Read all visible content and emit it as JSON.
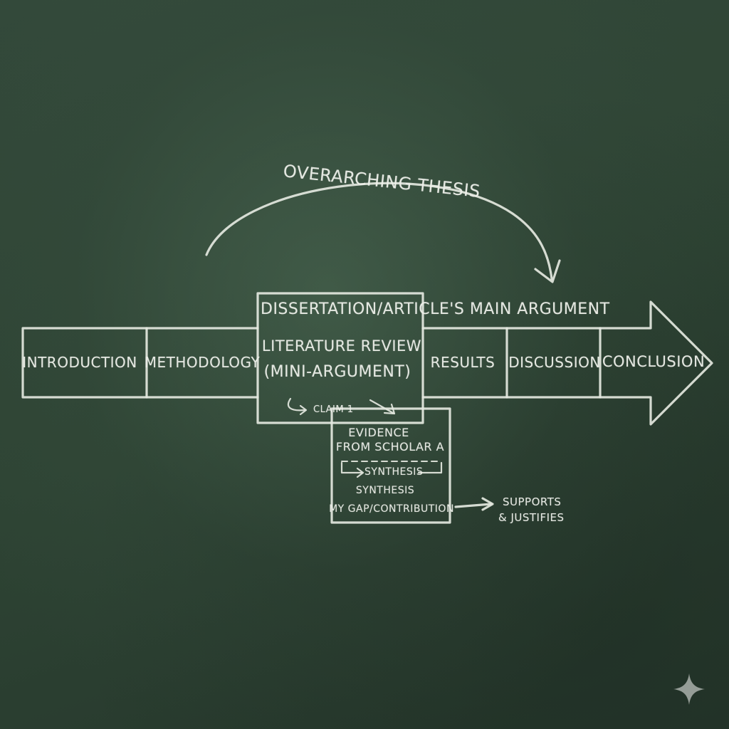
{
  "thesis": {
    "label": "OVERARCHING THESIS"
  },
  "main_argument": {
    "label": "DISSERTATION/ARTICLE'S MAIN ARGUMENT"
  },
  "sections": {
    "introduction": "INTRODUCTION",
    "methodology": "METHODOLOGY",
    "literature_review_line1": "LITERATURE REVIEW",
    "literature_review_line2": "(MINI-ARGUMENT)",
    "claim": "CLAIM 1",
    "results": "RESULTS",
    "discussion": "DISCUSSION",
    "conclusion": "CONCLUSION"
  },
  "evidence_box": {
    "line1": "EVIDENCE",
    "line2": "FROM SCHOLAR A",
    "synthesis_1": "SYNTHESIS",
    "synthesis_2": "SYNTHESIS",
    "gap": "MY GAP/CONTRIBUTION"
  },
  "supports": {
    "line1": "SUPPORTS",
    "line2": "& JUSTIFIES"
  },
  "colors": {
    "board": "#2e4434",
    "chalk": "#e4e8df"
  },
  "icons": {
    "corner_mark": "sparkle-icon"
  }
}
